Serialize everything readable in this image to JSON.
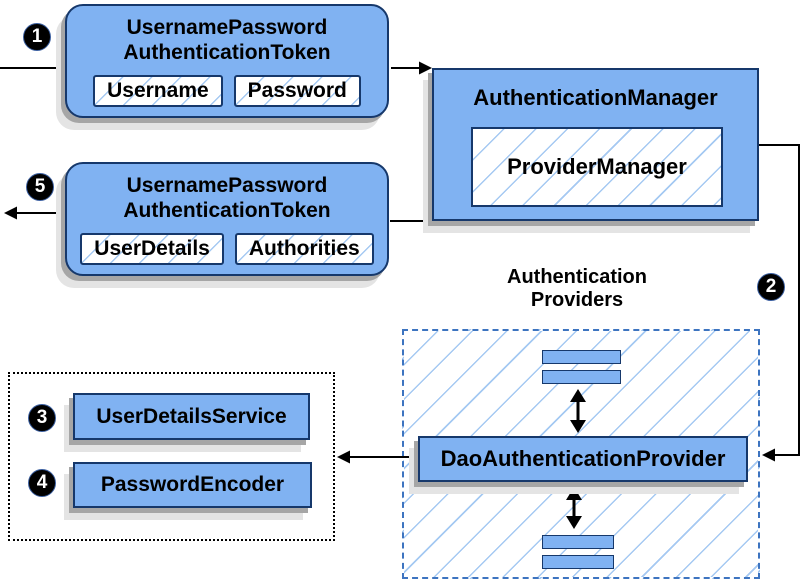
{
  "token_request": {
    "title_line1": "UsernamePassword",
    "title_line2": "AuthenticationToken",
    "field1": "Username",
    "field2": "Password"
  },
  "auth_manager": {
    "title": "AuthenticationManager",
    "inner": "ProviderManager"
  },
  "token_result": {
    "title_line1": "UsernamePassword",
    "title_line2": "AuthenticationToken",
    "field1": "UserDetails",
    "field2": "Authorities"
  },
  "providers": {
    "label_line1": "Authentication",
    "label_line2": "Providers",
    "main_provider": "DaoAuthenticationProvider"
  },
  "services": {
    "user_details_service": "UserDetailsService",
    "password_encoder": "PasswordEncoder"
  },
  "badges": {
    "step1": "1",
    "step2": "2",
    "step3": "3",
    "step4": "4",
    "step5": "5"
  },
  "colors": {
    "node_fill": "#80b2f2",
    "node_border": "#16386b",
    "hatch_line": "#a5c9f2",
    "dashed_blue_border": "#3d74c0",
    "dotted_border": "#000000",
    "shadow_dark": "#a6a6a6",
    "shadow_light": "#e4e4e4",
    "arrow": "#000000"
  }
}
